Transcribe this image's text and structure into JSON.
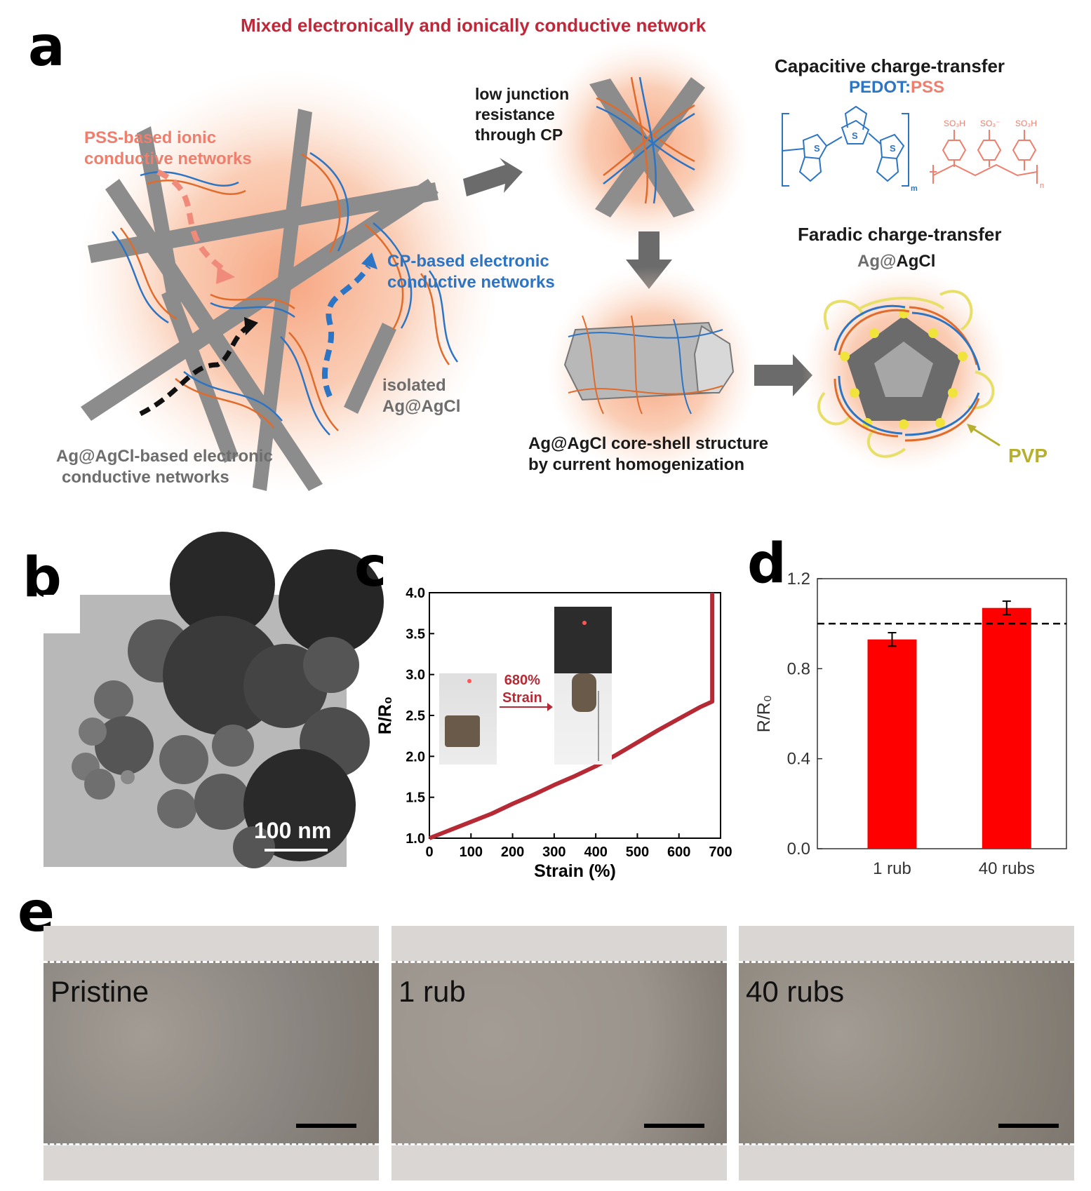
{
  "panel_labels": {
    "a": "a",
    "b": "b",
    "c": "c",
    "d": "d",
    "e": "e"
  },
  "panel_a": {
    "title": "Mixed electronically and ionically conductive network",
    "pss_label": [
      "PSS-based ionic",
      "conductive networks"
    ],
    "cp_label": [
      "CP-based electronic",
      "conductive networks"
    ],
    "isolated_label": [
      "isolated",
      "Ag@AgCl"
    ],
    "agagcl_label": [
      "Ag@AgCl-based electronic",
      "conductive networks"
    ],
    "junction_label": [
      "low junction",
      "resistance",
      "through CP"
    ],
    "coreshell_label": [
      "Ag@AgCl core-shell structure",
      "by current homogenization"
    ],
    "capacitive_title": "Capacitive charge-transfer",
    "pedot": "PEDOT",
    "colon": ":",
    "pss": "PSS",
    "chem": {
      "s": "S",
      "m": "m",
      "n": "n",
      "so3h": "SO₃H",
      "so3minus": "SO₃⁻"
    },
    "faradic_title": "Faradic charge-transfer",
    "ag_prefix": "Ag@",
    "ag_suffix": "AgCl",
    "pvp": "PVP",
    "colors": {
      "title_red": "#c0283a",
      "blue": "#2c74c4",
      "salmon": "#ef7e6d",
      "gray": "#8c8c8c",
      "orange_glow": "#f8b896",
      "olive": "#b6b02e"
    }
  },
  "panel_b": {
    "scale_label": "100 nm"
  },
  "panel_c": {
    "inset_arrow_label": [
      "680%",
      "Strain"
    ]
  },
  "panel_e": {
    "image_labels": [
      "Pristine",
      "1 rub",
      "40 rubs"
    ]
  },
  "chart_data": [
    {
      "panel": "c",
      "type": "line",
      "xlabel": "Strain (%)",
      "ylabel": "R/R₀",
      "xlim": [
        0,
        700
      ],
      "ylim": [
        1.0,
        4.0
      ],
      "xticks": [
        "0",
        "100",
        "200",
        "300",
        "400",
        "500",
        "600",
        "700"
      ],
      "yticks": [
        "1.0",
        "1.5",
        "2.0",
        "2.5",
        "3.0",
        "3.5",
        "4.0"
      ],
      "color": "#b52a35",
      "x": [
        0,
        50,
        100,
        150,
        200,
        250,
        300,
        350,
        400,
        450,
        500,
        550,
        600,
        650,
        680,
        680
      ],
      "y": [
        1.0,
        1.1,
        1.2,
        1.3,
        1.42,
        1.53,
        1.65,
        1.76,
        1.88,
        2.02,
        2.17,
        2.32,
        2.46,
        2.6,
        2.67,
        4.0
      ]
    },
    {
      "panel": "d",
      "type": "bar",
      "categories": [
        "1 rub",
        "40 rubs"
      ],
      "values": [
        0.93,
        1.07
      ],
      "errors": [
        0.03,
        0.03
      ],
      "ylabel": "R/R₀",
      "ylim": [
        0.0,
        1.2
      ],
      "yticks": [
        "0.0",
        "0.4",
        "0.8",
        "1.2"
      ],
      "reference_line": 1.0,
      "bar_color": "#ff0000"
    }
  ]
}
